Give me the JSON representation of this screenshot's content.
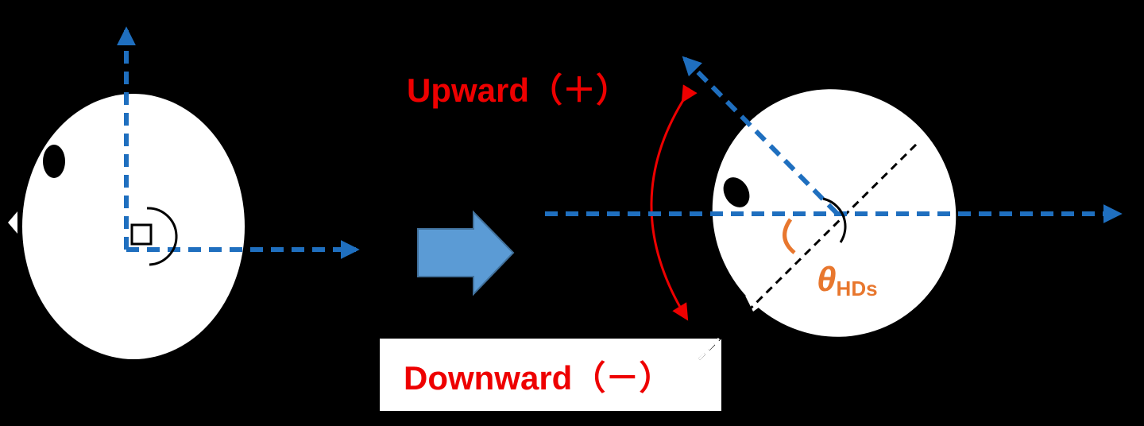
{
  "labels": {
    "upward": "Upward（＋）",
    "downward": "Downward（－）",
    "theta_symbol": "θ",
    "theta_subscript": "HDs"
  },
  "colors": {
    "background": "#000000",
    "fish_body": "#ffffff",
    "axis_blue": "#1f6fbf",
    "arrow_fill": "#5b9bd5",
    "arrow_red": "#ee0000",
    "angle_orange": "#e8772e",
    "line_black": "#000000"
  }
}
